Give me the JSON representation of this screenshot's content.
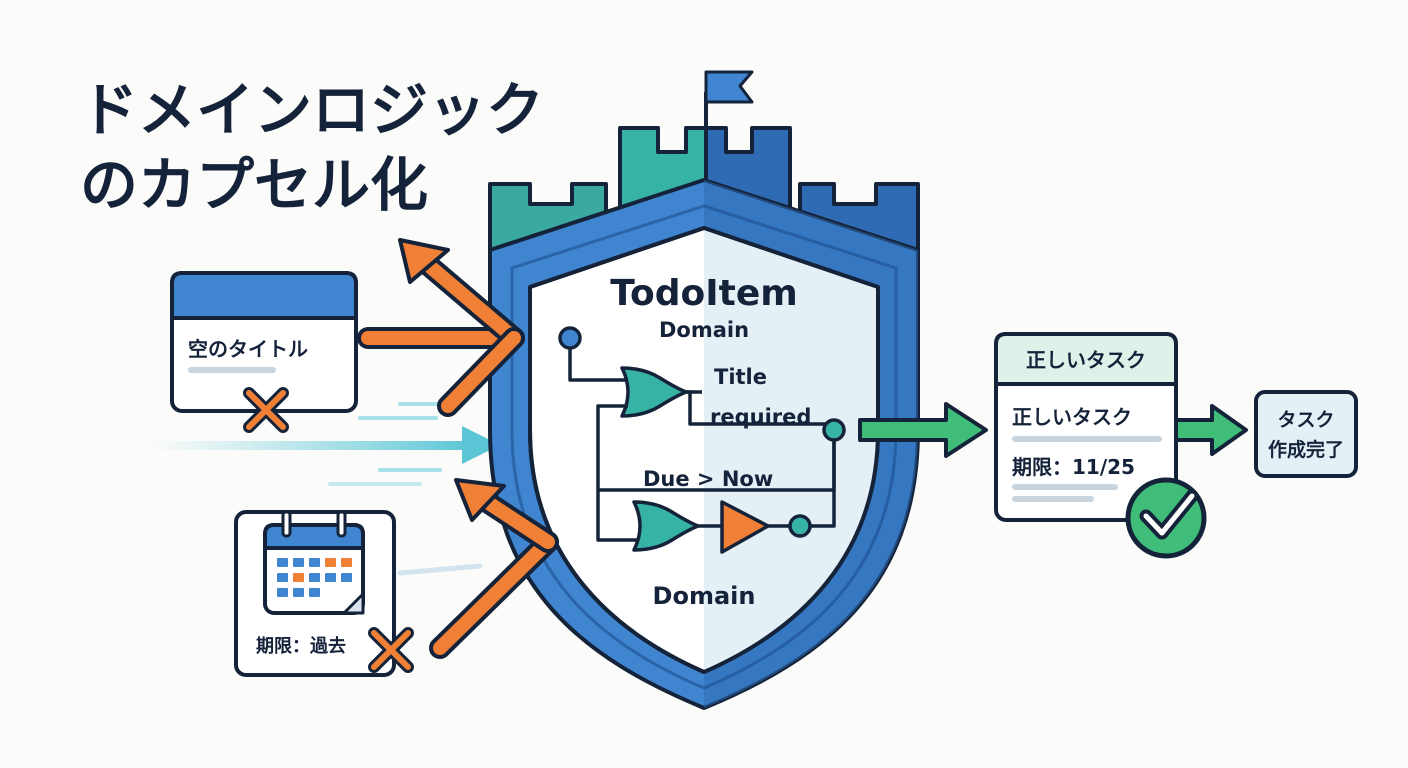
{
  "title": {
    "line1": "ドメインロジック",
    "line2": "のカプセル化"
  },
  "inputs": {
    "empty_title_card": {
      "label": "空のタイトル",
      "status": "rejected"
    },
    "past_date_card": {
      "label": "期限：過去",
      "status": "rejected"
    }
  },
  "shield": {
    "heading": "TodoItem",
    "subheading": "Domain",
    "rule_title_line1": "Title",
    "rule_title_line2": "required",
    "rule_due": "Due > Now",
    "footer": "Domain"
  },
  "output": {
    "card_header": "正しいタスク",
    "card_title": "正しいタスク",
    "card_due": "期限：11/25",
    "status": "accepted",
    "result_line1": "タスク",
    "result_line2": "作成完了"
  },
  "colors": {
    "navy": "#15233a",
    "blue": "#3f85cf",
    "dark_blue": "#2e6bb4",
    "teal": "#37b3a5",
    "orange": "#f08035",
    "green": "#3fbd79",
    "light_panel": "#e4eff6"
  },
  "icons": [
    "flag-icon",
    "calendar-icon",
    "reject-x-icon",
    "check-icon",
    "speed-lines-icon"
  ]
}
